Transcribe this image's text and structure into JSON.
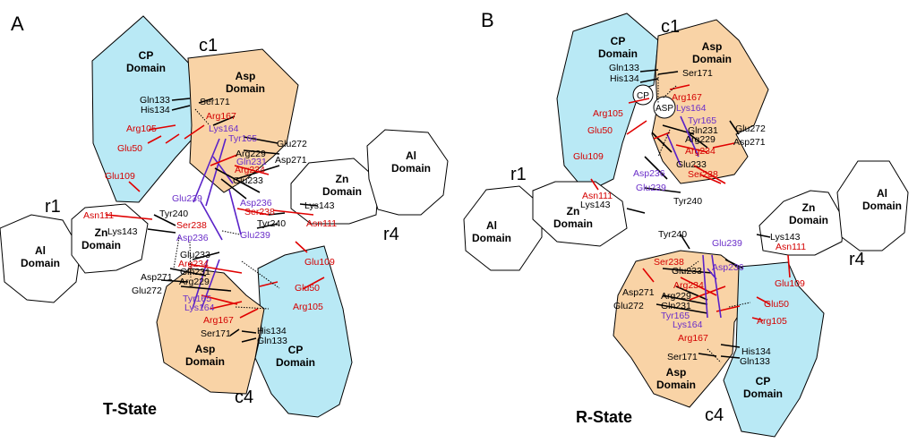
{
  "panels": {
    "A": {
      "letter": "A",
      "state": "T-State",
      "chains": {
        "c1": "c1",
        "c4": "c4",
        "r1": "r1",
        "r4": "r4"
      },
      "domains": {
        "cp_top": [
          "CP",
          "Domain"
        ],
        "asp_top": [
          "Asp",
          "Domain"
        ],
        "zn_right": [
          "Zn",
          "Domain"
        ],
        "al_right": [
          "Al",
          "Domain"
        ],
        "al_left": [
          "Al",
          "Domain"
        ],
        "zn_left": [
          "Zn",
          "Domain"
        ],
        "cp_bottom": [
          "CP",
          "Domain"
        ],
        "asp_bottom": [
          "Asp",
          "Domain"
        ]
      },
      "residues": {
        "gln133_t": "Gln133",
        "his134_t": "His134",
        "ser171_t": "Ser171",
        "arg105_t": "Arg105",
        "arg167_t": "Arg167",
        "lys164_t": "Lys164",
        "tyr165_t": "Tyr165",
        "glu50_t": "Glu50",
        "glu272_t": "Glu272",
        "arg229_t": "Arg229",
        "gln231_t": "Gln231",
        "arg234_t": "Arg234",
        "asp271_t": "Asp271",
        "glu233_t": "Glu233",
        "glu109_t": "Glu109",
        "glu239_t": "Glu239",
        "asp236_t": "Asp236",
        "ser238_t": "Ser238",
        "lys143_t": "Lys143",
        "tyr240_t": "Tyr240",
        "asn111_t": "Asn111",
        "glu239_b": "Glu239",
        "asn111_b": "Asn111",
        "tyr240_b": "Tyr240",
        "ser238_b": "Ser238",
        "lys143_b": "Lys143",
        "asp236_b": "Asp236",
        "glu233_b": "Glu233",
        "arg234_b": "Arg234",
        "asp271_b": "Asp271",
        "gln231_b": "Gln231",
        "glu272_b": "Glu272",
        "arg229_b": "Arg229",
        "tyr165_b": "Tyr165",
        "lys164_b": "Lys164",
        "arg167_b": "Arg167",
        "ser171_b": "Ser171",
        "his134_b": "His134",
        "gln133_b": "Gln133",
        "glu109_b": "Glu109",
        "glu50_b": "Glu50",
        "arg105_b": "Arg105"
      }
    },
    "B": {
      "letter": "B",
      "state": "R-State",
      "chains": {
        "c1": "c1",
        "c4": "c4",
        "r1": "r1",
        "r4": "r4"
      },
      "markers": {
        "cp": "CP",
        "asp": "ASP"
      },
      "domains": {
        "cp_top": [
          "CP",
          "Domain"
        ],
        "asp_top": [
          "Asp",
          "Domain"
        ],
        "al_left": [
          "Al",
          "Domain"
        ],
        "zn_left": [
          "Zn",
          "Domain"
        ],
        "zn_right": [
          "Zn",
          "Domain"
        ],
        "al_right": [
          "Al",
          "Domain"
        ],
        "asp_bottom": [
          "Asp",
          "Domain"
        ],
        "cp_bottom": [
          "CP",
          "Domain"
        ]
      },
      "residues": {
        "gln133_t": "Gln133",
        "his134_t": "His134",
        "ser171_t": "Ser171",
        "arg167_t": "Arg167",
        "lys164_t": "Lys164",
        "arg105_t": "Arg105",
        "tyr165_t": "Tyr165",
        "glu272_t": "Glu272",
        "glu50_t": "Glu50",
        "gln231_t": "Gln231",
        "arg229_t": "Arg229",
        "asp271_t": "Asp271",
        "arg234_t": "Arg234",
        "glu109_t": "Glu109",
        "glu233_t": "Glu233",
        "asp236_t": "Asp236",
        "ser238_t": "Ser238",
        "glu239_t": "Glu239",
        "asn111_t": "Asn111",
        "lys143_t": "Lys143",
        "tyr240_t": "Tyr240",
        "tyr240_b": "Tyr240",
        "glu239_b": "Glu239",
        "lys143_b": "Lys143",
        "asn111_b": "Asn111",
        "ser238_b": "Ser238",
        "glu233_b": "Glu233",
        "asp236_b": "Asp236",
        "arg234_b": "Arg234",
        "asp271_b": "Asp271",
        "glu109_b": "Glu109",
        "arg229_b": "Arg229",
        "glu272_b": "Glu272",
        "gln231_b": "Gln231",
        "glu50_b": "Glu50",
        "tyr165_b": "Tyr165",
        "lys164_b": "Lys164",
        "arg105_b": "Arg105",
        "arg167_b": "Arg167",
        "his134_b": "His134",
        "ser171_b": "Ser171",
        "gln133_b": "Gln133"
      }
    }
  },
  "colors": {
    "asp_domain": "#f9d3a6",
    "cp_domain": "#b9e9f5",
    "residue_black": "#000000",
    "residue_red": "#d40000",
    "residue_purple": "#6b2fc9"
  }
}
